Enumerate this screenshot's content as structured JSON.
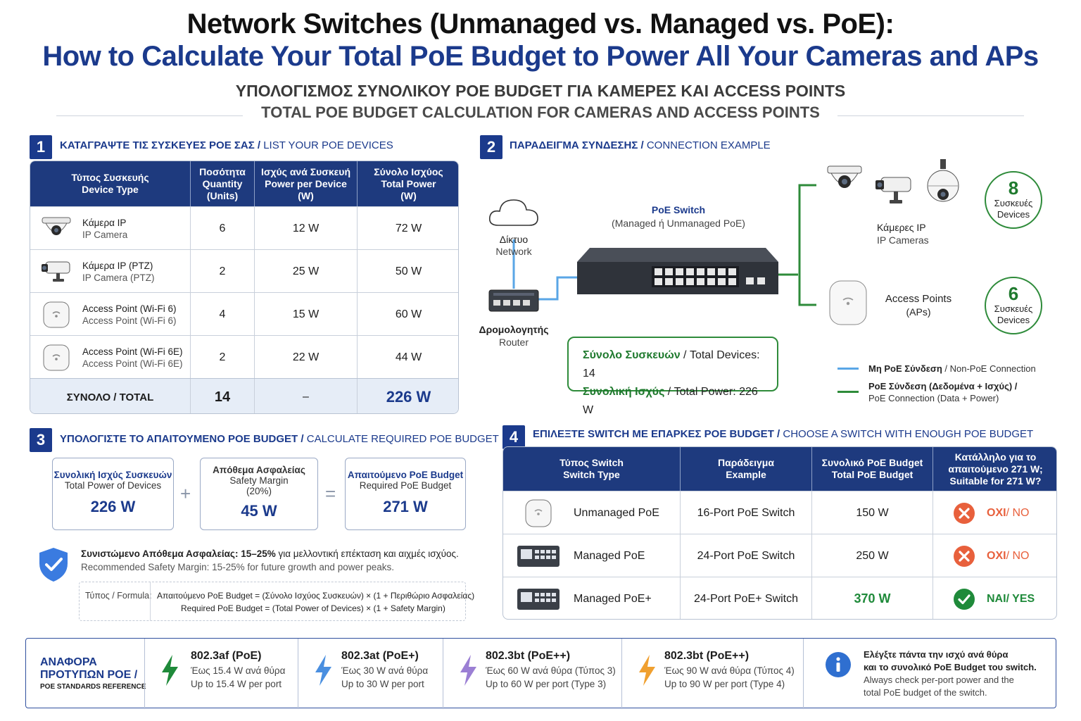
{
  "header": {
    "title_line1": "Network Switches (Unmanaged vs. Managed vs. PoE):",
    "title_line2": "How to Calculate Your Total PoE Budget to Power All Your Cameras and APs",
    "subtitle_gr": "ΥΠΟΛΟΓΙΣΜΟΣ ΣΥΝΟΛΙΚΟΥ POE BUDGET ΓΙΑ ΚΑΜΕΡΕΣ ΚΑΙ ACCESS POINTS",
    "subtitle_en": "TOTAL POE BUDGET CALCULATION FOR CAMERAS AND ACCESS POINTS"
  },
  "section1": {
    "number": "1",
    "title_gr": "ΚΑΤΑΓΡΑΨΤΕ ΤΙΣ ΣΥΣΚΕΥΕΣ POE ΣΑΣ / ",
    "title_en": "LIST YOUR POE DEVICES",
    "columns": [
      {
        "gr": "Τύπος Συσκευής",
        "en": "Device Type",
        "unit": ""
      },
      {
        "gr": "Ποσότητα",
        "en": "Quantity",
        "unit": "(Units)"
      },
      {
        "gr": "Ισχύς ανά Συσκευή",
        "en": "Power per Device",
        "unit": "(W)"
      },
      {
        "gr": "Σύνολο Ισχύος",
        "en": "Total Power",
        "unit": "(W)"
      }
    ],
    "rows": [
      {
        "icon": "dome-camera-icon",
        "name_gr": "Κάμερα IP",
        "name_en": "IP Camera",
        "qty": "6",
        "power": "12 W",
        "total": "72 W"
      },
      {
        "icon": "ptz-camera-icon",
        "name_gr": "Κάμερα IP (PTZ)",
        "name_en": "IP Camera (PTZ)",
        "qty": "2",
        "power": "25 W",
        "total": "50 W"
      },
      {
        "icon": "access-point-icon",
        "name_gr": "Access Point (Wi-Fi 6)",
        "name_en": "Access Point (Wi-Fi 6)",
        "qty": "4",
        "power": "15 W",
        "total": "60 W"
      },
      {
        "icon": "access-point-icon",
        "name_gr": "Access Point (Wi-Fi 6E)",
        "name_en": "Access Point (Wi-Fi 6E)",
        "qty": "2",
        "power": "22 W",
        "total": "44 W"
      }
    ],
    "total_row": {
      "label": "ΣΥΝΟΛΟ / TOTAL",
      "qty": "14",
      "power": "–",
      "total": "226 W"
    }
  },
  "section2": {
    "number": "2",
    "title_gr": "ΠΑΡΑΔΕΙΓΜΑ ΣΥΝΔΕΣΗΣ / ",
    "title_en": "CONNECTION EXAMPLE",
    "network_gr": "Δίκτυο",
    "network_en": "Network",
    "router_gr": "Δρομολογητής",
    "router_en": "Router",
    "switch_title": "PoE Switch",
    "switch_sub": "(Managed ή Unmanaged PoE)",
    "cameras_gr": "Κάμερες IP",
    "cameras_en": "IP Cameras",
    "aps_title": "Access Points",
    "aps_sub": "(APs)",
    "cam_count": "8",
    "ap_count": "6",
    "count_gr": "Συσκευές",
    "count_en": "Devices",
    "summary_line1_gr": "Σύνολο Συσκευών",
    "summary_line1_en": " / Total Devices: 14",
    "summary_line2_gr": "Συνολική Ισχύς",
    "summary_line2_en": " / Total Power: 226 W",
    "legend_nonpoe_gr": "Μη PoE Σύνδεση",
    "legend_nonpoe_en": " / Non-PoE Connection",
    "legend_poe_gr": "PoE Σύνδεση (Δεδομένα + Ισχύς) /",
    "legend_poe_en": "PoE Connection (Data + Power)",
    "colors": {
      "nonpoe": "#5aa6e6",
      "poe": "#2e8b3a"
    }
  },
  "section3": {
    "number": "3",
    "title_gr": "ΥΠΟΛΟΓΙΣΤΕ ΤΟ ΑΠΑΙΤΟΥΜΕΝΟ POE BUDGET / ",
    "title_en": "CALCULATE REQUIRED POE BUDGET",
    "box1_gr": "Συνολική Ισχύς Συσκευών",
    "box1_en": "Total Power of Devices",
    "box1_val": "226 W",
    "box2_gr": "Απόθεμα Ασφαλείας",
    "box2_en": "Safety Margin",
    "box2_pct": "(20%)",
    "box2_val": "45 W",
    "box3_gr": "Απαιτούμενο PoE Budget",
    "box3_en": "Required PoE Budget",
    "box3_val": "271 W",
    "plus": "+",
    "equals": "=",
    "rec_gr_bold": "Συνιστώμενο Απόθεμα Ασφαλείας: 15–25%",
    "rec_gr_rest": " για μελλοντική επέκταση και αιχμές ισχύος.",
    "rec_en": "Recommended Safety Margin: 15-25% for future growth and power peaks.",
    "formula_label": "Τύπος / Formula:",
    "formula_gr": "Απαιτούμενο PoE Budget = (Σύνολο Ισχύος Συσκευών) × (1 + Περιθώριο Ασφαλείας)",
    "formula_en": "Required PoE Budget = (Total Power of Devices) × (1 + Safety Margin)"
  },
  "section4": {
    "number": "4",
    "title_gr": "ΕΠΙΛΕΞΤΕ SWITCH ΜΕ ΕΠΑΡΚΕΣ POE BUDGET / ",
    "title_en": "CHOOSE A SWITCH WITH ENOUGH POE BUDGET",
    "columns": [
      {
        "gr": "Τύπος Switch",
        "en": "Switch Type"
      },
      {
        "gr": "Παράδειγμα",
        "en": "Example"
      },
      {
        "gr": "Συνολικό PoE Budget",
        "en": "Total PoE Budget"
      },
      {
        "gr": "Κατάλληλο για το απαιτούμενο 271 W;",
        "en": "Suitable for 271 W?"
      }
    ],
    "rows": [
      {
        "icon": "unmanaged-switch-icon",
        "type": "Unmanaged PoE",
        "example": "16-Port PoE Switch",
        "budget": "150 W",
        "ok": false,
        "verdict_gr": "ΟΧΙ",
        "verdict_en": " / NO"
      },
      {
        "icon": "managed-switch-icon",
        "type": "Managed PoE",
        "example": "24-Port PoE Switch",
        "budget": "250 W",
        "ok": false,
        "verdict_gr": "ΟΧΙ",
        "verdict_en": " / NO"
      },
      {
        "icon": "managed-switch-icon",
        "type": "Managed PoE+",
        "example": "24-Port PoE+ Switch",
        "budget": "370 W",
        "ok": true,
        "verdict_gr": "ΝΑΙ",
        "verdict_en": " / YES"
      }
    ],
    "colors": {
      "no": "#e8603c",
      "yes": "#1f8a3a"
    }
  },
  "reference": {
    "title_line1": "ΑΝΑΦΟΡΑ",
    "title_line2": "ΠΡΟΤΥΠΩΝ POE /",
    "title_line3": "POE STANDARDS REFERENCE",
    "standards": [
      {
        "name": "802.3af (PoE)",
        "gr": "Έως 15.4 W ανά θύρα",
        "en": "Up to 15.4 W per port",
        "color": "#1f8a3a"
      },
      {
        "name": "802.3at (PoE+)",
        "gr": "Έως 30 W ανά θύρα",
        "en": "Up to 30 W per port",
        "color": "#4a8fe0"
      },
      {
        "name": "802.3bt (PoE++)",
        "gr": "Έως 60 W ανά θύρα (Τύπος 3)",
        "en": "Up to 60 W per port (Type 3)",
        "color": "#9b7fd4"
      },
      {
        "name": "802.3bt (PoE++)",
        "gr": "Έως 90 W ανά θύρα (Τύπος 4)",
        "en": "Up to 90 W per port (Type 4)",
        "color": "#f0a030"
      }
    ],
    "note_gr1": "Ελέγξτε πάντα την ισχύ ανά θύρα",
    "note_gr2": "και το συνολικό PoE Budget του switch.",
    "note_en1": "Always check per-port power and the",
    "note_en2": "total PoE budget of the switch."
  }
}
